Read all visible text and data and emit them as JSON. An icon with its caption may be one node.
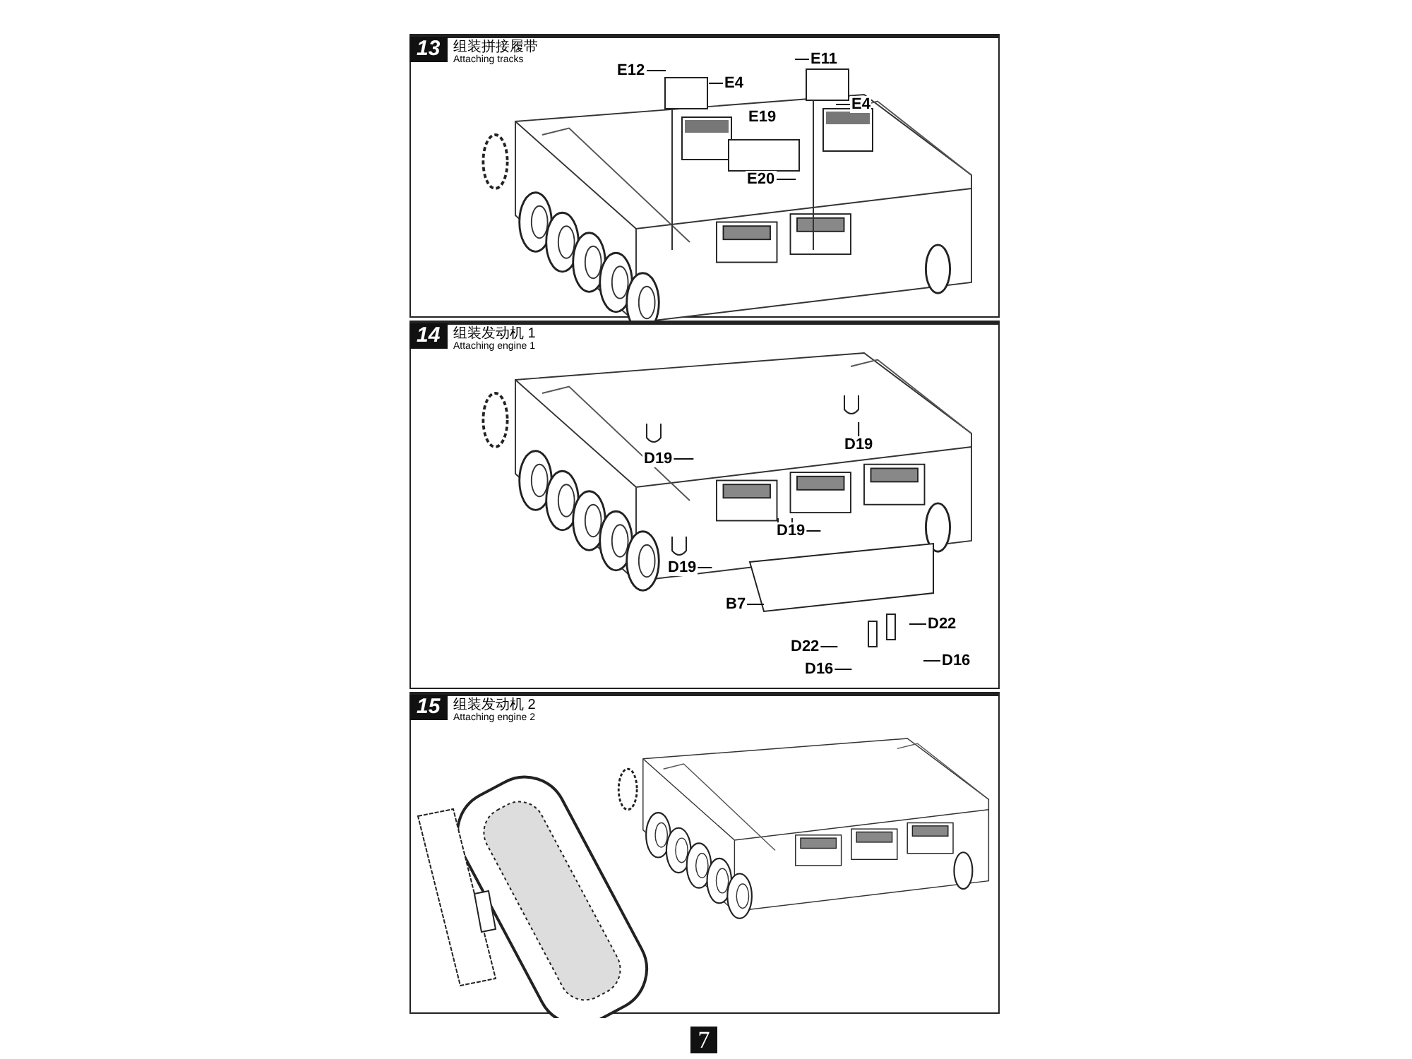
{
  "diagram": {
    "nodes": [
      {
        "text": [
          "13",
          "组装拼接履带",
          "Attaching tracks"
        ]
      },
      {
        "text": [
          "E12"
        ],
        "in": 0
      },
      {
        "text": [
          "E4"
        ],
        "in": 0
      },
      {
        "text": [
          "E11"
        ],
        "in": 0
      },
      {
        "text": [
          "E4"
        ],
        "in": 0
      },
      {
        "text": [
          "E19"
        ],
        "in": 0
      },
      {
        "text": [
          "E20"
        ],
        "in": 0
      },
      {
        "text": [
          "14",
          "组装发动机 1",
          "Attaching engine 1"
        ]
      },
      {
        "text": [
          "D19"
        ],
        "in": 7
      },
      {
        "text": [
          "D19"
        ],
        "in": 7
      },
      {
        "text": [
          "D19"
        ],
        "in": 7
      },
      {
        "text": [
          "D19"
        ],
        "in": 7
      },
      {
        "text": [
          "B7"
        ],
        "in": 7
      },
      {
        "text": [
          "D22"
        ],
        "in": 7
      },
      {
        "text": [
          "D22"
        ],
        "in": 7
      },
      {
        "text": [
          "D16"
        ],
        "in": 7
      },
      {
        "text": [
          "D16"
        ],
        "in": 7
      },
      {
        "text": [
          "15",
          "组装发动机 2",
          "Attaching engine 2"
        ]
      }
    ],
    "edges": [
      {
        "from": 1,
        "to": null,
        "arrow": "none"
      },
      {
        "from": 2,
        "to": null,
        "arrow": "none"
      },
      {
        "from": 3,
        "to": null,
        "arrow": "none"
      },
      {
        "from": 4,
        "to": null,
        "arrow": "none"
      },
      {
        "from": 6,
        "to": null,
        "arrow": "none"
      },
      {
        "from": 8,
        "to": null,
        "arrow": "none"
      },
      {
        "from": 9,
        "to": null,
        "arrow": "none"
      },
      {
        "from": 10,
        "to": null,
        "arrow": "none"
      },
      {
        "from": 11,
        "to": null,
        "arrow": "none"
      },
      {
        "from": 12,
        "to": null,
        "arrow": "none"
      },
      {
        "from": 13,
        "to": null,
        "arrow": "none"
      },
      {
        "from": 14,
        "to": null,
        "arrow": "none"
      },
      {
        "from": 15,
        "to": null,
        "arrow": "none"
      },
      {
        "from": 16,
        "to": null,
        "arrow": "none"
      }
    ],
    "labels": [
      "7"
    ]
  }
}
